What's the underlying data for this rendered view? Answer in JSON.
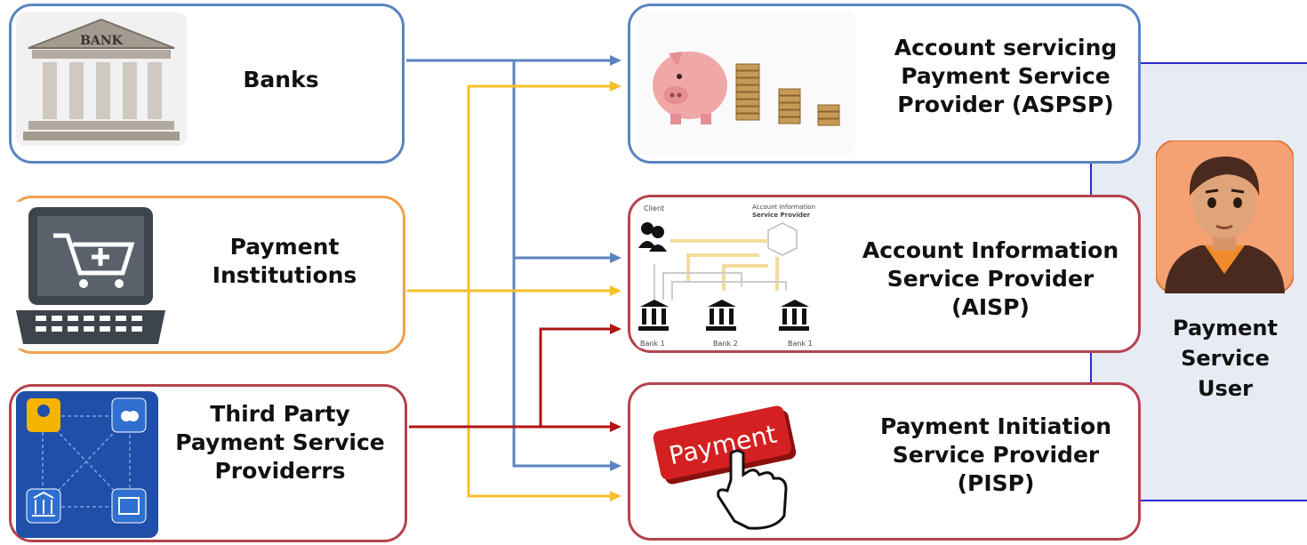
{
  "sources": {
    "banks": {
      "label": "Banks"
    },
    "payment_institutions": {
      "label": "Payment\nInstitutions"
    },
    "tpp": {
      "label": "Third Party\nPayment Service\nProviderrs"
    }
  },
  "providers": {
    "aspsp": {
      "label": "Account servicing\nPayment Service\nProvider (ASPSP)"
    },
    "aisp": {
      "label": "Account Information\nService  Provider\n(AISP)"
    },
    "pisp": {
      "label": "Payment Initiation\nService  Provider\n(PISP)"
    }
  },
  "user": {
    "label": "Payment\nService\nUser"
  },
  "images": {
    "bank_sign": "BANK",
    "aisp_client": "Client",
    "aisp_provider": "Account Information\nService Provider",
    "aisp_bank1": "Bank 1",
    "aisp_bank2": "Bank 2",
    "aisp_bank3": "Bank 1",
    "payment_key": "Payment"
  },
  "colors": {
    "blue": "#5a84c0",
    "orange": "#f7c02a",
    "red": "#b01414"
  }
}
